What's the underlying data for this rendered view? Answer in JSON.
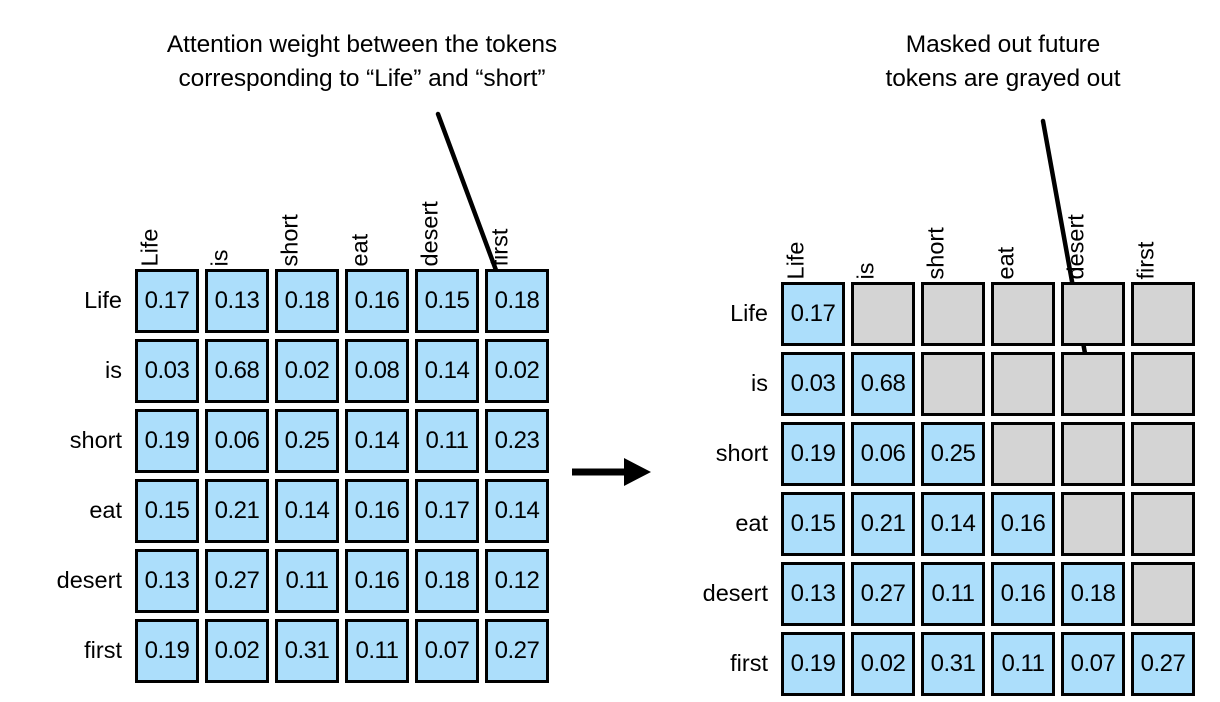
{
  "captions": {
    "left": "Attention weight between the tokens\ncorresponding to “Life” and “short”",
    "right": "Masked out future\ntokens are grayed out"
  },
  "colors": {
    "cell_active": "#ACDEFB",
    "cell_masked": "#D4D4D4",
    "cell_border": "#000000",
    "text": "#000000",
    "background": "#FFFFFF"
  },
  "tokens": [
    "Life",
    "is",
    "short",
    "eat",
    "desert",
    "first"
  ],
  "chart_data": {
    "type": "heatmap",
    "title": "Causal attention masking of an attention weight matrix",
    "xlabel": "",
    "ylabel": "",
    "grid": true,
    "legend": "none",
    "panels": [
      {
        "name": "unmasked-attention-matrix",
        "title": "Attention weight between the tokens corresponding to “Life” and “short”",
        "columns": [
          "Life",
          "is",
          "short",
          "eat",
          "desert",
          "first"
        ],
        "rows": [
          "Life",
          "is",
          "short",
          "eat",
          "desert",
          "first"
        ],
        "cells": [
          [
            {
              "value": "0.17",
              "state": "active"
            },
            {
              "value": "0.13",
              "state": "active"
            },
            {
              "value": "0.18",
              "state": "active"
            },
            {
              "value": "0.16",
              "state": "active"
            },
            {
              "value": "0.15",
              "state": "active"
            },
            {
              "value": "0.18",
              "state": "active"
            }
          ],
          [
            {
              "value": "0.03",
              "state": "active"
            },
            {
              "value": "0.68",
              "state": "active"
            },
            {
              "value": "0.02",
              "state": "active"
            },
            {
              "value": "0.08",
              "state": "active"
            },
            {
              "value": "0.14",
              "state": "active"
            },
            {
              "value": "0.02",
              "state": "active"
            }
          ],
          [
            {
              "value": "0.19",
              "state": "active"
            },
            {
              "value": "0.06",
              "state": "active"
            },
            {
              "value": "0.25",
              "state": "active"
            },
            {
              "value": "0.14",
              "state": "active"
            },
            {
              "value": "0.11",
              "state": "active"
            },
            {
              "value": "0.23",
              "state": "active"
            }
          ],
          [
            {
              "value": "0.15",
              "state": "active"
            },
            {
              "value": "0.21",
              "state": "active"
            },
            {
              "value": "0.14",
              "state": "active"
            },
            {
              "value": "0.16",
              "state": "active"
            },
            {
              "value": "0.17",
              "state": "active"
            },
            {
              "value": "0.14",
              "state": "active"
            }
          ],
          [
            {
              "value": "0.13",
              "state": "active"
            },
            {
              "value": "0.27",
              "state": "active"
            },
            {
              "value": "0.11",
              "state": "active"
            },
            {
              "value": "0.16",
              "state": "active"
            },
            {
              "value": "0.18",
              "state": "active"
            },
            {
              "value": "0.12",
              "state": "active"
            }
          ],
          [
            {
              "value": "0.19",
              "state": "active"
            },
            {
              "value": "0.02",
              "state": "active"
            },
            {
              "value": "0.31",
              "state": "active"
            },
            {
              "value": "0.11",
              "state": "active"
            },
            {
              "value": "0.07",
              "state": "active"
            },
            {
              "value": "0.27",
              "state": "active"
            }
          ]
        ],
        "annotation": {
          "text": "Attention weight between the tokens corresponding to “Life” and “short”",
          "points_to_row": "Life",
          "points_to_column": "first"
        }
      },
      {
        "name": "masked-attention-matrix",
        "title": "Masked out future tokens are grayed out",
        "columns": [
          "Life",
          "is",
          "short",
          "eat",
          "desert",
          "first"
        ],
        "rows": [
          "Life",
          "is",
          "short",
          "eat",
          "desert",
          "first"
        ],
        "cells": [
          [
            {
              "value": "0.17",
              "state": "active"
            },
            {
              "value": "",
              "state": "masked"
            },
            {
              "value": "",
              "state": "masked"
            },
            {
              "value": "",
              "state": "masked"
            },
            {
              "value": "",
              "state": "masked"
            },
            {
              "value": "",
              "state": "masked"
            }
          ],
          [
            {
              "value": "0.03",
              "state": "active"
            },
            {
              "value": "0.68",
              "state": "active"
            },
            {
              "value": "",
              "state": "masked"
            },
            {
              "value": "",
              "state": "masked"
            },
            {
              "value": "",
              "state": "masked"
            },
            {
              "value": "",
              "state": "masked"
            }
          ],
          [
            {
              "value": "0.19",
              "state": "active"
            },
            {
              "value": "0.06",
              "state": "active"
            },
            {
              "value": "0.25",
              "state": "active"
            },
            {
              "value": "",
              "state": "masked"
            },
            {
              "value": "",
              "state": "masked"
            },
            {
              "value": "",
              "state": "masked"
            }
          ],
          [
            {
              "value": "0.15",
              "state": "active"
            },
            {
              "value": "0.21",
              "state": "active"
            },
            {
              "value": "0.14",
              "state": "active"
            },
            {
              "value": "0.16",
              "state": "active"
            },
            {
              "value": "",
              "state": "masked"
            },
            {
              "value": "",
              "state": "masked"
            }
          ],
          [
            {
              "value": "0.13",
              "state": "active"
            },
            {
              "value": "0.27",
              "state": "active"
            },
            {
              "value": "0.11",
              "state": "active"
            },
            {
              "value": "0.16",
              "state": "active"
            },
            {
              "value": "0.18",
              "state": "active"
            },
            {
              "value": "",
              "state": "masked"
            }
          ],
          [
            {
              "value": "0.19",
              "state": "active"
            },
            {
              "value": "0.02",
              "state": "active"
            },
            {
              "value": "0.31",
              "state": "active"
            },
            {
              "value": "0.11",
              "state": "active"
            },
            {
              "value": "0.07",
              "state": "active"
            },
            {
              "value": "0.27",
              "state": "active"
            }
          ]
        ],
        "annotation": {
          "text": "Masked out future tokens are grayed out",
          "points_to_row": "is",
          "points_to_column": "desert"
        }
      }
    ]
  }
}
